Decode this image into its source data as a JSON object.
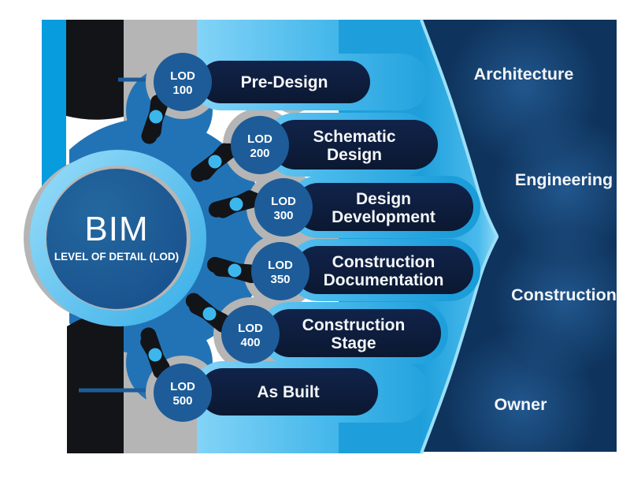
{
  "bim": {
    "title": "BIM",
    "subtitle": "LEVEL OF DETAIL (LOD)"
  },
  "stages": [
    {
      "lod_label": "LOD",
      "lod_value": "100",
      "name_lines": [
        "Pre-Design",
        ""
      ]
    },
    {
      "lod_label": "LOD",
      "lod_value": "200",
      "name_lines": [
        "Schematic",
        "Design"
      ]
    },
    {
      "lod_label": "LOD",
      "lod_value": "300",
      "name_lines": [
        "Design",
        "Development"
      ]
    },
    {
      "lod_label": "LOD",
      "lod_value": "350",
      "name_lines": [
        "Construction",
        "Documentation"
      ]
    },
    {
      "lod_label": "LOD",
      "lod_value": "400",
      "name_lines": [
        "Construction",
        "Stage"
      ]
    },
    {
      "lod_label": "LOD",
      "lod_value": "500",
      "name_lines": [
        "As Built",
        ""
      ]
    }
  ],
  "stakeholders": [
    {
      "label": "Architecture"
    },
    {
      "label": "Engineering"
    },
    {
      "label": "Construction"
    },
    {
      "label": "Owner"
    }
  ],
  "colors": {
    "bright_cyan_band": "#069CDE",
    "funnel_light": "#86D5F7",
    "funnel_deep": "#179BD8",
    "hub_blue": "#2273B6",
    "pill_navy": "#0D1C3A",
    "lod_circle_blue": "#1D5C99",
    "panel_navy": "#0E335C",
    "gray_silhouette": "#B5B5B5",
    "connector_black": "#121418",
    "dot_cyan": "#3CB7ED"
  }
}
